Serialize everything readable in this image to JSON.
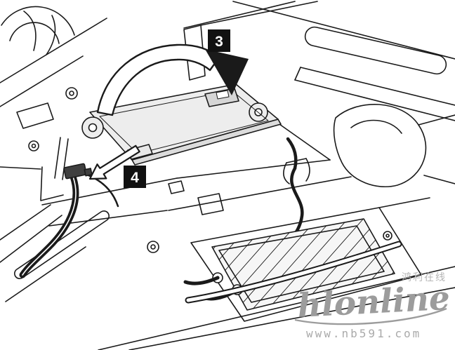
{
  "steps": [
    {
      "number": "3"
    },
    {
      "number": "4"
    }
  ],
  "watermark": {
    "brand": "hlonline",
    "caption": "鸿利在线",
    "site": "www.nb591.com"
  },
  "colors": {
    "line": "#1a1a1a",
    "badge_bg": "#111111",
    "badge_text": "#ffffff",
    "card_fill": "#ededed",
    "watermark_gray": "#9c9c9c"
  }
}
